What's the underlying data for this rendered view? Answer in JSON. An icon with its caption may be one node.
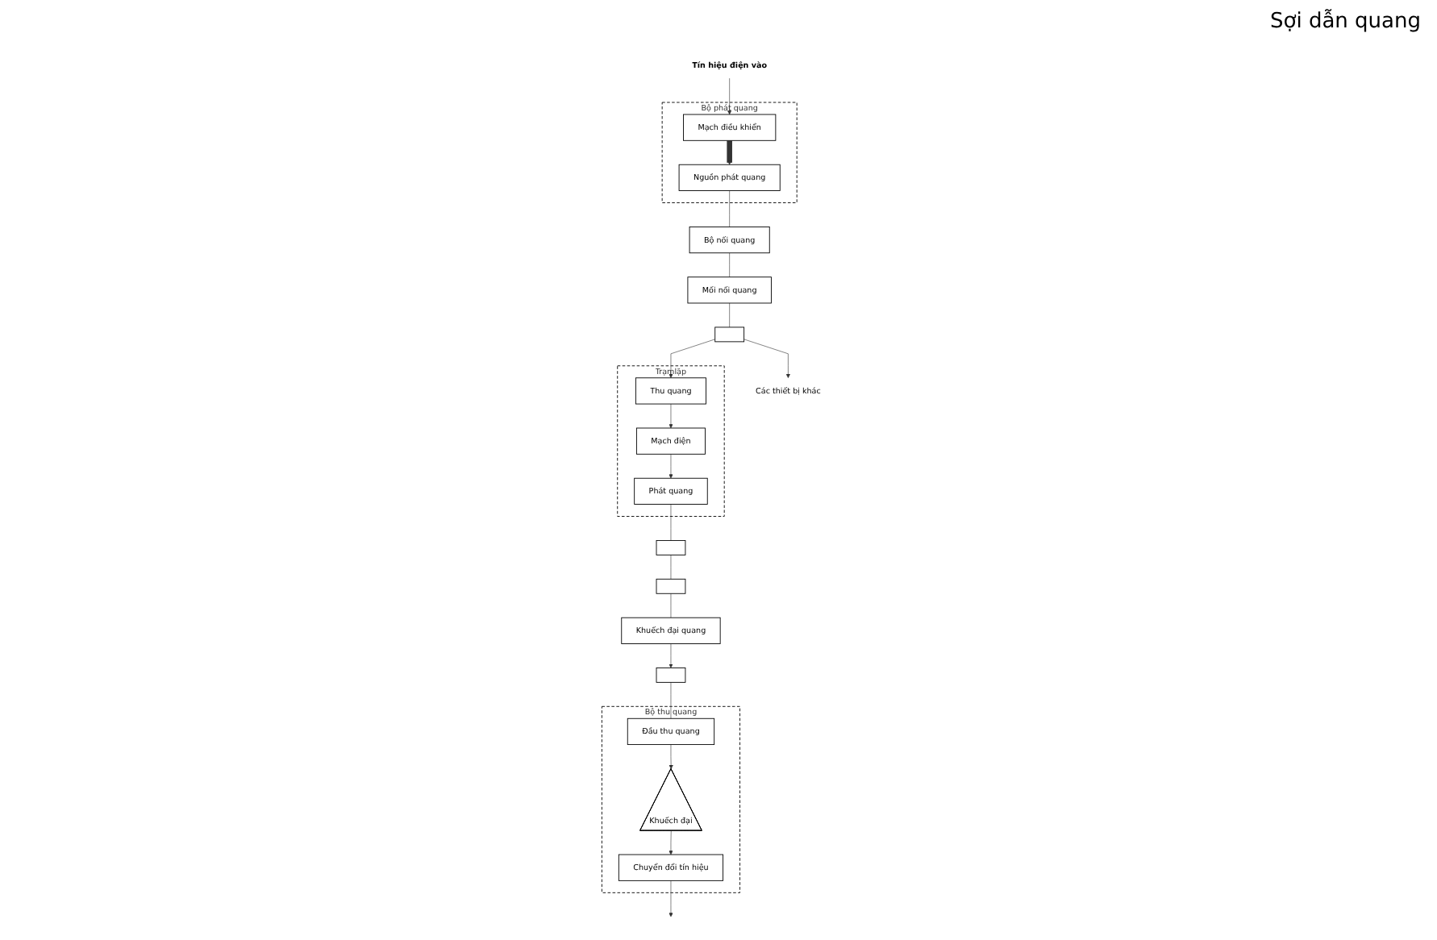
{
  "diagram": {
    "nodes": [
      {
        "text": [
          "Tín hiệu điện vào"
        ]
      },
      {
        "text": [
          "Bộ phát quang"
        ]
      },
      {
        "text": [
          "Mạch điều khiển"
        ],
        "in": 1
      },
      {
        "text": [
          "Nguồn phát quang"
        ],
        "in": 1
      },
      {
        "text": [
          "Bộ nối quang"
        ]
      },
      {
        "text": [
          "Mối nối quang"
        ]
      },
      {
        "text": [],
        "shape": "box"
      },
      {
        "text": [
          "Các thiết bị khác"
        ]
      },
      {
        "text": [
          "Trạmlặp"
        ]
      },
      {
        "text": [
          "Thu quang"
        ],
        "in": 8
      },
      {
        "text": [
          "Mạch điện"
        ],
        "in": 8
      },
      {
        "text": [
          "Phát quang"
        ],
        "in": 8
      },
      {
        "text": [],
        "shape": "box"
      },
      {
        "text": [],
        "shape": "box"
      },
      {
        "text": [
          "Khuếch đại quang"
        ]
      },
      {
        "text": [
          "Bộ thu quang"
        ]
      },
      {
        "text": [],
        "shape": "box"
      },
      {
        "text": [
          "Đầu thu quang"
        ],
        "in": 15
      },
      {
        "text": [
          "Khuếch đại"
        ],
        "in": 15
      },
      {
        "text": [
          "Chuyển đổi tín hiệu"
        ],
        "in": 15
      }
    ],
    "edges": [
      {
        "from": 0,
        "to": 2,
        "arrow": "to"
      },
      {
        "from": 2,
        "to": 3,
        "arrow": "to",
        "style": "thick"
      },
      {
        "from": 3,
        "to": 4,
        "arrow": "none"
      },
      {
        "from": 4,
        "to": 5,
        "arrow": "none"
      },
      {
        "from": 5,
        "to": 6,
        "arrow": "none"
      },
      {
        "from": 6,
        "to": 9,
        "arrow": "to"
      },
      {
        "from": 6,
        "to": 7,
        "arrow": "to"
      },
      {
        "from": 9,
        "to": 10,
        "arrow": "to"
      },
      {
        "from": 10,
        "to": 11,
        "arrow": "to"
      },
      {
        "from": 11,
        "to": 12,
        "arrow": "none"
      },
      {
        "from": 12,
        "to": 13,
        "arrow": "none"
      },
      {
        "from": 13,
        "to": 14,
        "arrow": "none"
      },
      {
        "from": 14,
        "to": 16,
        "arrow": "to"
      },
      {
        "from": 16,
        "to": 17,
        "arrow": "none"
      },
      {
        "from": 17,
        "to": 18,
        "arrow": "to"
      },
      {
        "from": 18,
        "to": 19,
        "arrow": "to"
      },
      {
        "from": 19,
        "to": null,
        "arrow": "to"
      }
    ],
    "labels": [
      "Sợi dẫn quang"
    ]
  }
}
